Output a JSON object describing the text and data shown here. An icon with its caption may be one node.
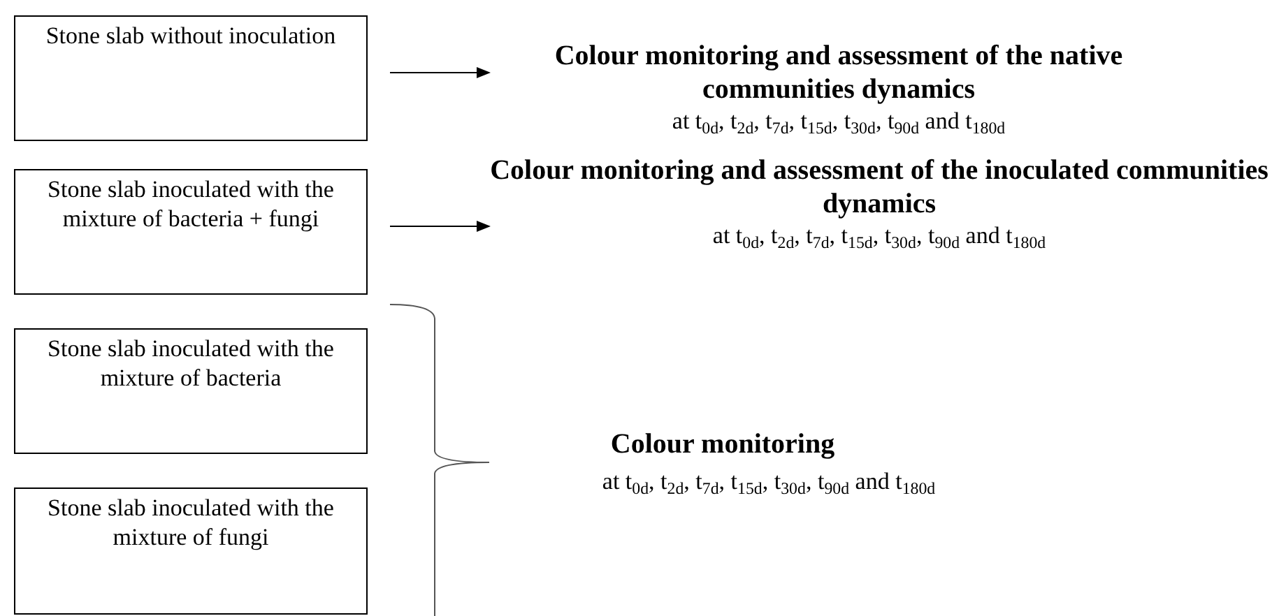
{
  "diagram": {
    "nodes": [
      {
        "text": [
          "Stone slab without inoculation"
        ]
      },
      {
        "text": [
          "Stone slab inoculated with the mixture of bacteria + fungi"
        ]
      },
      {
        "text": [
          "Stone slab inoculated with the mixture of bacteria"
        ]
      },
      {
        "text": [
          "Stone slab inoculated with the mixture of fungi"
        ]
      },
      {
        "text": [
          "Colour monitoring and assessment of the native communities dynamics",
          "at t$_{0d}$, t$_{2d}$, t$_{7d}$, t$_{15d}$, t$_{30d}$, t$_{90d}$ and t$_{180d}$"
        ]
      },
      {
        "text": [
          "Colour monitoring and assessment of the inoculated communities dynamics",
          "at t$_{0d}$, t$_{2d}$, t$_{7d}$, t$_{15d}$, t$_{30d}$, t$_{90d}$ and t$_{180d}$"
        ]
      }
    ],
    "edges": [
      {
        "from": 0,
        "to": 4,
        "arrow": "to"
      },
      {
        "from": 1,
        "to": 5,
        "arrow": "to"
      }
    ],
    "labels": [
      "Colour monitoring",
      "at t$_{0d}$, t$_{2d}$, t$_{7d}$, t$_{15d}$, t$_{30d}$, t$_{90d}$ and t$_{180d}$"
    ]
  }
}
